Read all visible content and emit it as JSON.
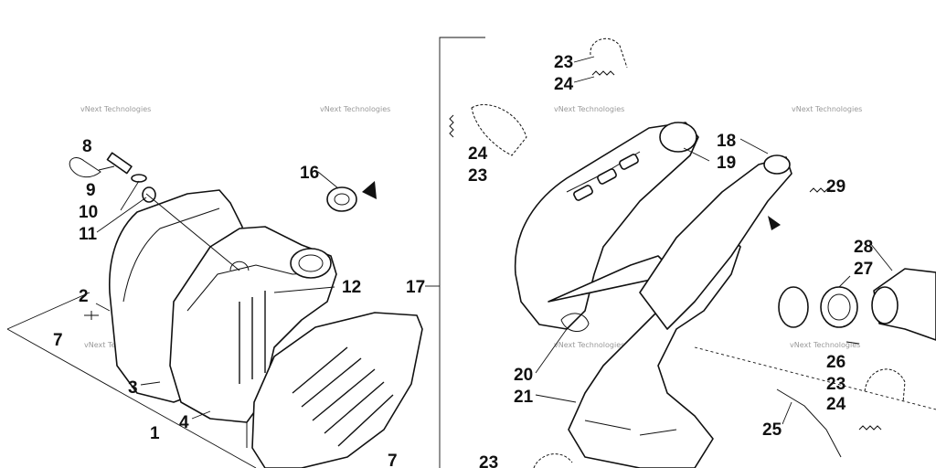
{
  "diagram": {
    "watermark": "vNext Technologies",
    "callouts": {
      "c1": "1",
      "c2": "2",
      "c3": "3",
      "c4": "4",
      "c7a": "7",
      "c7b": "7",
      "c8": "8",
      "c9": "9",
      "c10": "10",
      "c11": "11",
      "c12": "12",
      "c16": "16",
      "c17": "17",
      "c18": "18",
      "c19": "19",
      "c20": "20",
      "c21": "21",
      "c23a": "23",
      "c23b": "23",
      "c23c": "23",
      "c23d": "23",
      "c24a": "24",
      "c24b": "24",
      "c24c": "24",
      "c25": "25",
      "c26": "26",
      "c27": "27",
      "c28": "28",
      "c29": "29"
    }
  }
}
